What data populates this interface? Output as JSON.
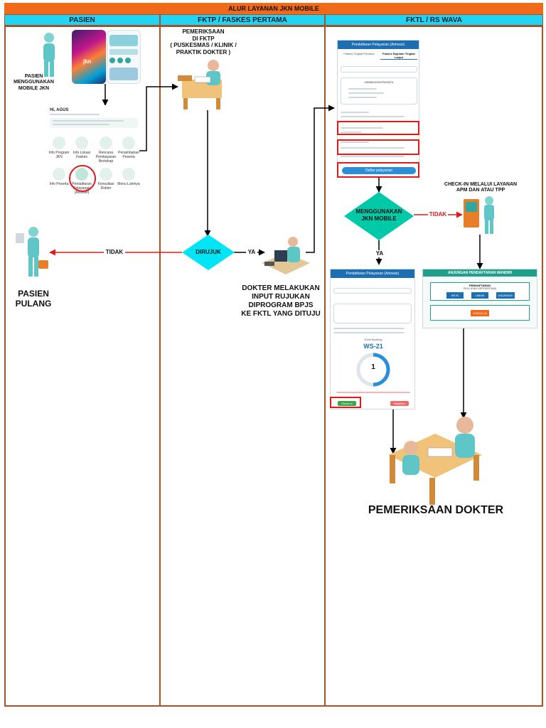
{
  "title": "ALUR LAYANAN JKN MOBILE",
  "lanes": {
    "pasien": "PASIEN",
    "fktp": "FKTP / FASKES PERTAMA",
    "fktl": "FKTL / RS WAVA"
  },
  "labels": {
    "pasien_mobile": "PASIEN\nMENGGUNAKAN\nMOBILE JKN",
    "pemeriksaan_fktp": "PEMERIKSAAN\nDI FKTP\n( PUSKESMAS / KLINIK /\nPRAKTIK DOKTER )",
    "dirujuk": "DIRUJUK",
    "ya1": "YA",
    "tidak1": "TIDAK",
    "pasien_pulang": "PASIEN\nPULANG",
    "dokter_input": "DOKTER MELAKUKAN\nINPUT RUJUKAN\nDIPROGRAM BPJS\nKE FKTL YANG DITUJU",
    "menggunakan_jkn": "MENGGUNAKAN\nJKN MOBILE",
    "tidak2": "TIDAK",
    "ya2": "YA",
    "checkin_apm": "CHECK-IN MELALUI LAYANAN\nAPM DAN ATAU TPP",
    "pemeriksaan_dokter": "PEMERIKSAAN DOKTER"
  },
  "app_home": {
    "greeting": "Hi, AGUS",
    "menu": [
      "Info Program JKN",
      "Info Lokasi Faskes",
      "Rencana Pembayaran Bertahap",
      "Penambahan Peserta",
      "Info Peserta",
      "Pendaftaran Pelayanan (Antrean)",
      "Konsultasi Dokter",
      "Menu Lainnya"
    ]
  },
  "screen_top": {
    "header": "Pendaftaran Pelayanan (Antrean)",
    "tab1": "Faskes Tingkat Pertama",
    "tab2": "Faskes Rujukan Tingkat Lanjut",
    "rujukan_no": "0905B020322P000074",
    "button": "Daftar pelayanan"
  },
  "screen_ticket": {
    "header": "Pendaftaran Pelayanan (Antrean)",
    "kode_booking_label": "Kode Booking",
    "kode": "WS-21",
    "sisa_antrean": "1",
    "btn_checkin": "Check In",
    "btn_batal": "Batalkan"
  },
  "apm": {
    "header": "ANJUNGAN PENDAFTARAN MANDIRI",
    "section": "PENDAFTARAN",
    "subtitle": "PILIH JENIS KEPESERTAAN",
    "opt1": "BPJS",
    "opt2": "UMUM",
    "opt3": "ASURANSI",
    "checkin": "CHECK-IN"
  },
  "colors": {
    "title_bar": "#f06a1a",
    "lane_head": "#21d4f3",
    "diamond": "#00e5f5",
    "decision_green": "#00c9a7",
    "red": "#e01919",
    "border": "#a0522d"
  }
}
